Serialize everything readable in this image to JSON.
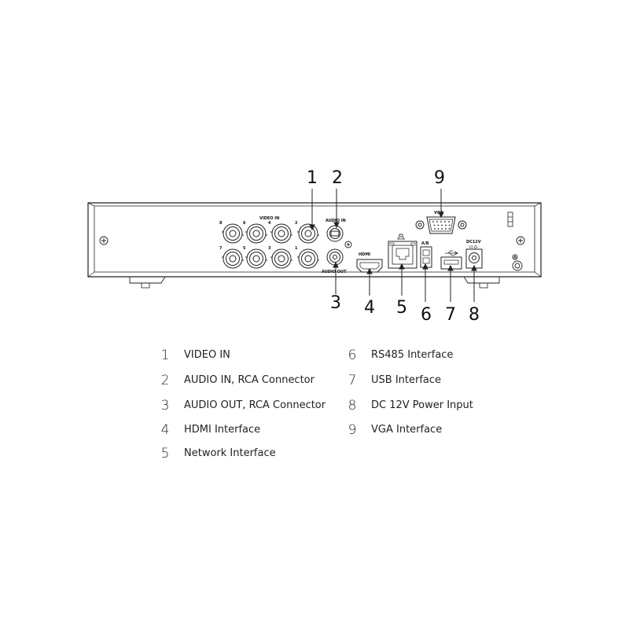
{
  "panel_labels": {
    "video_in": "VIDEO IN",
    "audio_in": "AUDIO IN",
    "audio_out": "AUDIO OUT",
    "vga": "VGA",
    "hdmi": "HDMI",
    "rs485": "A/B",
    "dc12v": "DC12V",
    "bnc_top": [
      "8",
      "6",
      "4",
      "2"
    ],
    "bnc_bottom": [
      "7",
      "5",
      "3",
      "1"
    ]
  },
  "callouts": [
    "1",
    "2",
    "3",
    "4",
    "5",
    "6",
    "7",
    "8",
    "9"
  ],
  "legend": [
    {
      "num": "1",
      "label": "VIDEO IN"
    },
    {
      "num": "2",
      "label": "AUDIO IN, RCA Connector"
    },
    {
      "num": "3",
      "label": "AUDIO OUT, RCA Connector"
    },
    {
      "num": "4",
      "label": "HDMI Interface"
    },
    {
      "num": "5",
      "label": "Network Interface"
    },
    {
      "num": "6",
      "label": "RS485 Interface"
    },
    {
      "num": "7",
      "label": "USB Interface"
    },
    {
      "num": "8",
      "label": "DC 12V Power Input"
    },
    {
      "num": "9",
      "label": "VGA Interface"
    }
  ]
}
